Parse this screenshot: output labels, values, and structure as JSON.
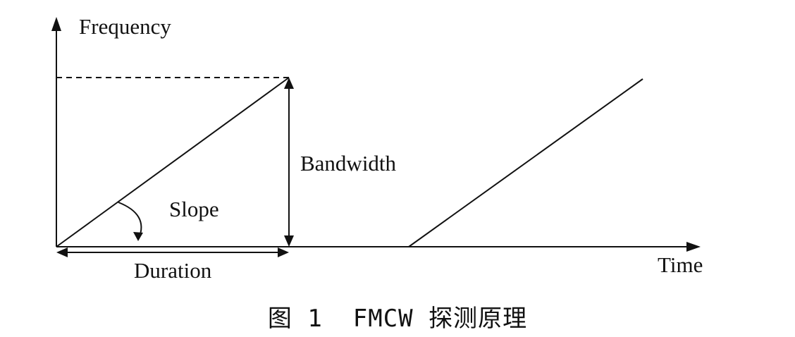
{
  "diagram": {
    "y_axis_label": "Frequency",
    "x_axis_label": "Time",
    "bandwidth_label": "Bandwidth",
    "slope_label": "Slope",
    "duration_label": "Duration"
  },
  "caption": {
    "text": "图 1  FMCW 探测原理"
  },
  "colors": {
    "line": "#111111",
    "background": "#ffffff"
  }
}
